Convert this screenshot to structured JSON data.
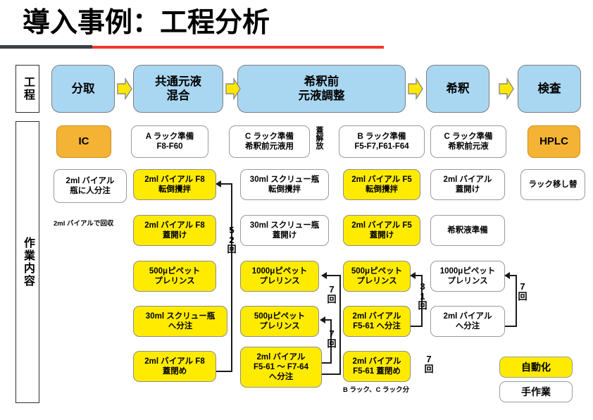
{
  "title": "導入事例：工程分析",
  "colors": {
    "process_blue": "#a9d7f2",
    "manual_white": "#ffffff",
    "automated_yellow": "#ffeb00",
    "instrument_orange": "#f5b335",
    "rule_dark": "#3b4145",
    "rule_red": "#ee3b2d",
    "arrow_yellow": "#ffe800"
  },
  "rails": {
    "process": "工程",
    "work": "作業内容"
  },
  "process_row": {
    "steps": [
      {
        "label": "分取"
      },
      {
        "label": "共通元液\n混合"
      },
      {
        "label": "希釈前\n元液調整"
      },
      {
        "label": "希釈"
      },
      {
        "label": "検査"
      }
    ],
    "arrow_icon": "chevron-right-icon"
  },
  "instruments": [
    {
      "label": "IC",
      "type": "orange"
    },
    {
      "label": "HPLC",
      "type": "orange"
    }
  ],
  "prep_row": [
    {
      "label": "A ラック準備\nF8-F60",
      "type": "plain"
    },
    {
      "label": "C ラック準備\n希釈前元液用",
      "type": "plain"
    },
    {
      "label": "B ラック準備\nF5-F7,F61-F64",
      "type": "plain"
    },
    {
      "label": "C ラック準備\n希釈前元液",
      "type": "plain"
    }
  ],
  "vertical_label": "蓋解放",
  "columns": {
    "col1": [
      {
        "label": "2ml バイアル\n瓶に人分注",
        "type": "plain"
      }
    ],
    "col2": [
      {
        "label": "2ml バイアル F8\n転倒攪拌",
        "type": "yellow"
      },
      {
        "label": "2ml バイアル F8\n蓋開け",
        "type": "yellow"
      },
      {
        "label": "500μピペット\nプレリンス",
        "type": "yellow"
      },
      {
        "label": "30ml スクリュー瓶\nへ分注",
        "type": "yellow"
      },
      {
        "label": "2ml バイアル F8\n蓋閉め",
        "type": "yellow"
      }
    ],
    "col3": [
      {
        "label": "30ml スクリュー瓶\n転倒攪拌",
        "type": "plain"
      },
      {
        "label": "30ml スクリュー瓶\n蓋開け",
        "type": "plain"
      },
      {
        "label": "1000μピペット\nプレリンス",
        "type": "yellow"
      },
      {
        "label": "500μピペット\nプレリンス",
        "type": "yellow"
      },
      {
        "label": "2ml バイアル\nF5-61 ～ F7-64\nへ分注",
        "type": "yellow"
      }
    ],
    "col4": [
      {
        "label": "2ml バイアル F5\n転倒攪拌",
        "type": "yellow"
      },
      {
        "label": "2ml バイアル F5\n蓋開け",
        "type": "yellow"
      },
      {
        "label": "500μピペット\nプレリンス",
        "type": "yellow"
      },
      {
        "label": "2ml バイアル\nF5-61 へ分注",
        "type": "yellow"
      },
      {
        "label": "2ml バイアル\nF5-61 蓋閉め",
        "type": "yellow"
      }
    ],
    "col5": [
      {
        "label": "2ml バイアル\n蓋開け",
        "type": "plain"
      },
      {
        "label": "希釈液準備",
        "type": "plain"
      },
      {
        "label": "1000μピペット\nプレリンス",
        "type": "plain"
      },
      {
        "label": "2ml バイアル\nへ分注",
        "type": "plain"
      }
    ],
    "col6": [
      {
        "label": "ラック移し替",
        "type": "plain"
      }
    ]
  },
  "loops": [
    {
      "id": "loop-52",
      "label": "5\n2\n回"
    },
    {
      "id": "loop-7-a",
      "label": "7\n回"
    },
    {
      "id": "loop-7-b",
      "label": "7\n回"
    },
    {
      "id": "loop-31",
      "label": "3\n1\n回"
    },
    {
      "id": "loop-7-c",
      "label": "7\n回"
    },
    {
      "id": "loop-7-d",
      "label": "7\n回"
    }
  ],
  "captions": [
    {
      "id": "caption-recover",
      "text": "2ml バイアルで回収"
    },
    {
      "id": "caption-racks",
      "text": "B ラック、C ラック分"
    }
  ],
  "legend": [
    {
      "label": "自動化",
      "type": "yellow"
    },
    {
      "label": "手作業",
      "type": "plain"
    }
  ]
}
